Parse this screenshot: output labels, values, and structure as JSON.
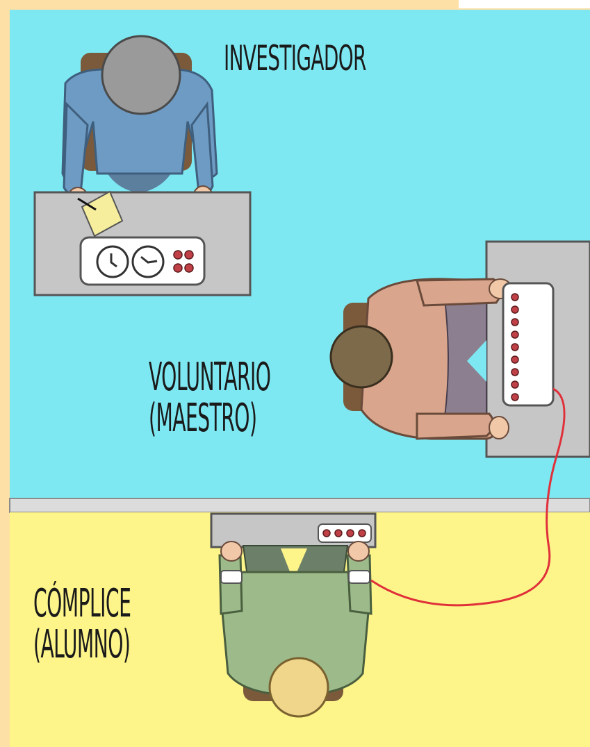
{
  "labels": {
    "investigator": "INVESTIGADOR",
    "volunteer_line1": "VOLUNTARIO",
    "volunteer_line2": "(MAESTRO)",
    "accomplice_line1": "CÓMPLICE",
    "accomplice_line2": "(ALUMNO)"
  },
  "colors": {
    "outer_border": "#fde0a6",
    "top_room": "#7ee8f2",
    "bottom_room": "#fdf58a",
    "desk": "#c6c6c6",
    "wire": "#e0303a",
    "investigator_shirt": "#6e9bc3",
    "volunteer_shirt": "#d9a58c",
    "accomplice_shirt": "#9dbb8a"
  },
  "icons": [
    "clipboard-icon",
    "dial-icon",
    "shock-button-panel-icon",
    "electrode-strap-icon"
  ]
}
